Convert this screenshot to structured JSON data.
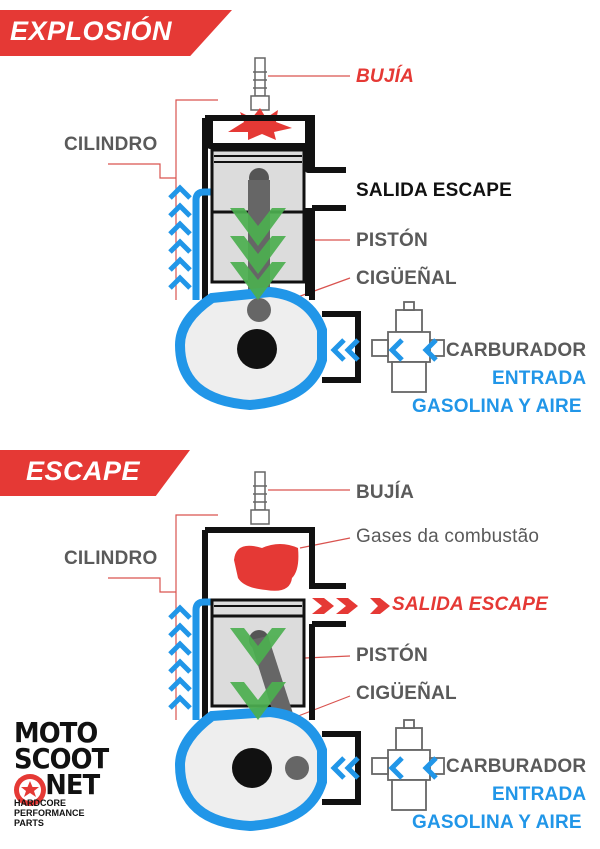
{
  "panels": [
    {
      "title": "EXPLOSIÓN",
      "labels": {
        "spark_plug": "BUJÍA",
        "cylinder": "CILINDRO",
        "exhaust_outlet": "SALIDA ESCAPE",
        "piston": "PISTÓN",
        "crankshaft": "CIGÜEÑAL",
        "carburetor": "CARBURADOR",
        "intake_line1": "ENTRADA",
        "intake_line2": "GASOLINA Y AIRE"
      }
    },
    {
      "title": "ESCAPE",
      "labels": {
        "spark_plug": "BUJÍA",
        "combustion_gases": "Gases da combustão",
        "cylinder": "CILINDRO",
        "exhaust_outlet": "SALIDA ESCAPE",
        "piston": "PISTÓN",
        "crankshaft": "CIGÜEÑAL",
        "carburetor": "CARBURADOR",
        "intake_line1": "ENTRADA",
        "intake_line2": "GASOLINA Y AIRE"
      }
    }
  ],
  "logo": {
    "line1": "MOTO",
    "line2": "SCOOT",
    "line3": "NET",
    "tagline1": "HARDCORE",
    "tagline2": "PERFORMANCE",
    "tagline3": "PARTS"
  },
  "colors": {
    "banner": "#e53935",
    "flow_blue": "#2196e8",
    "motion_green": "#4caf50",
    "gas_red": "#e53935"
  }
}
